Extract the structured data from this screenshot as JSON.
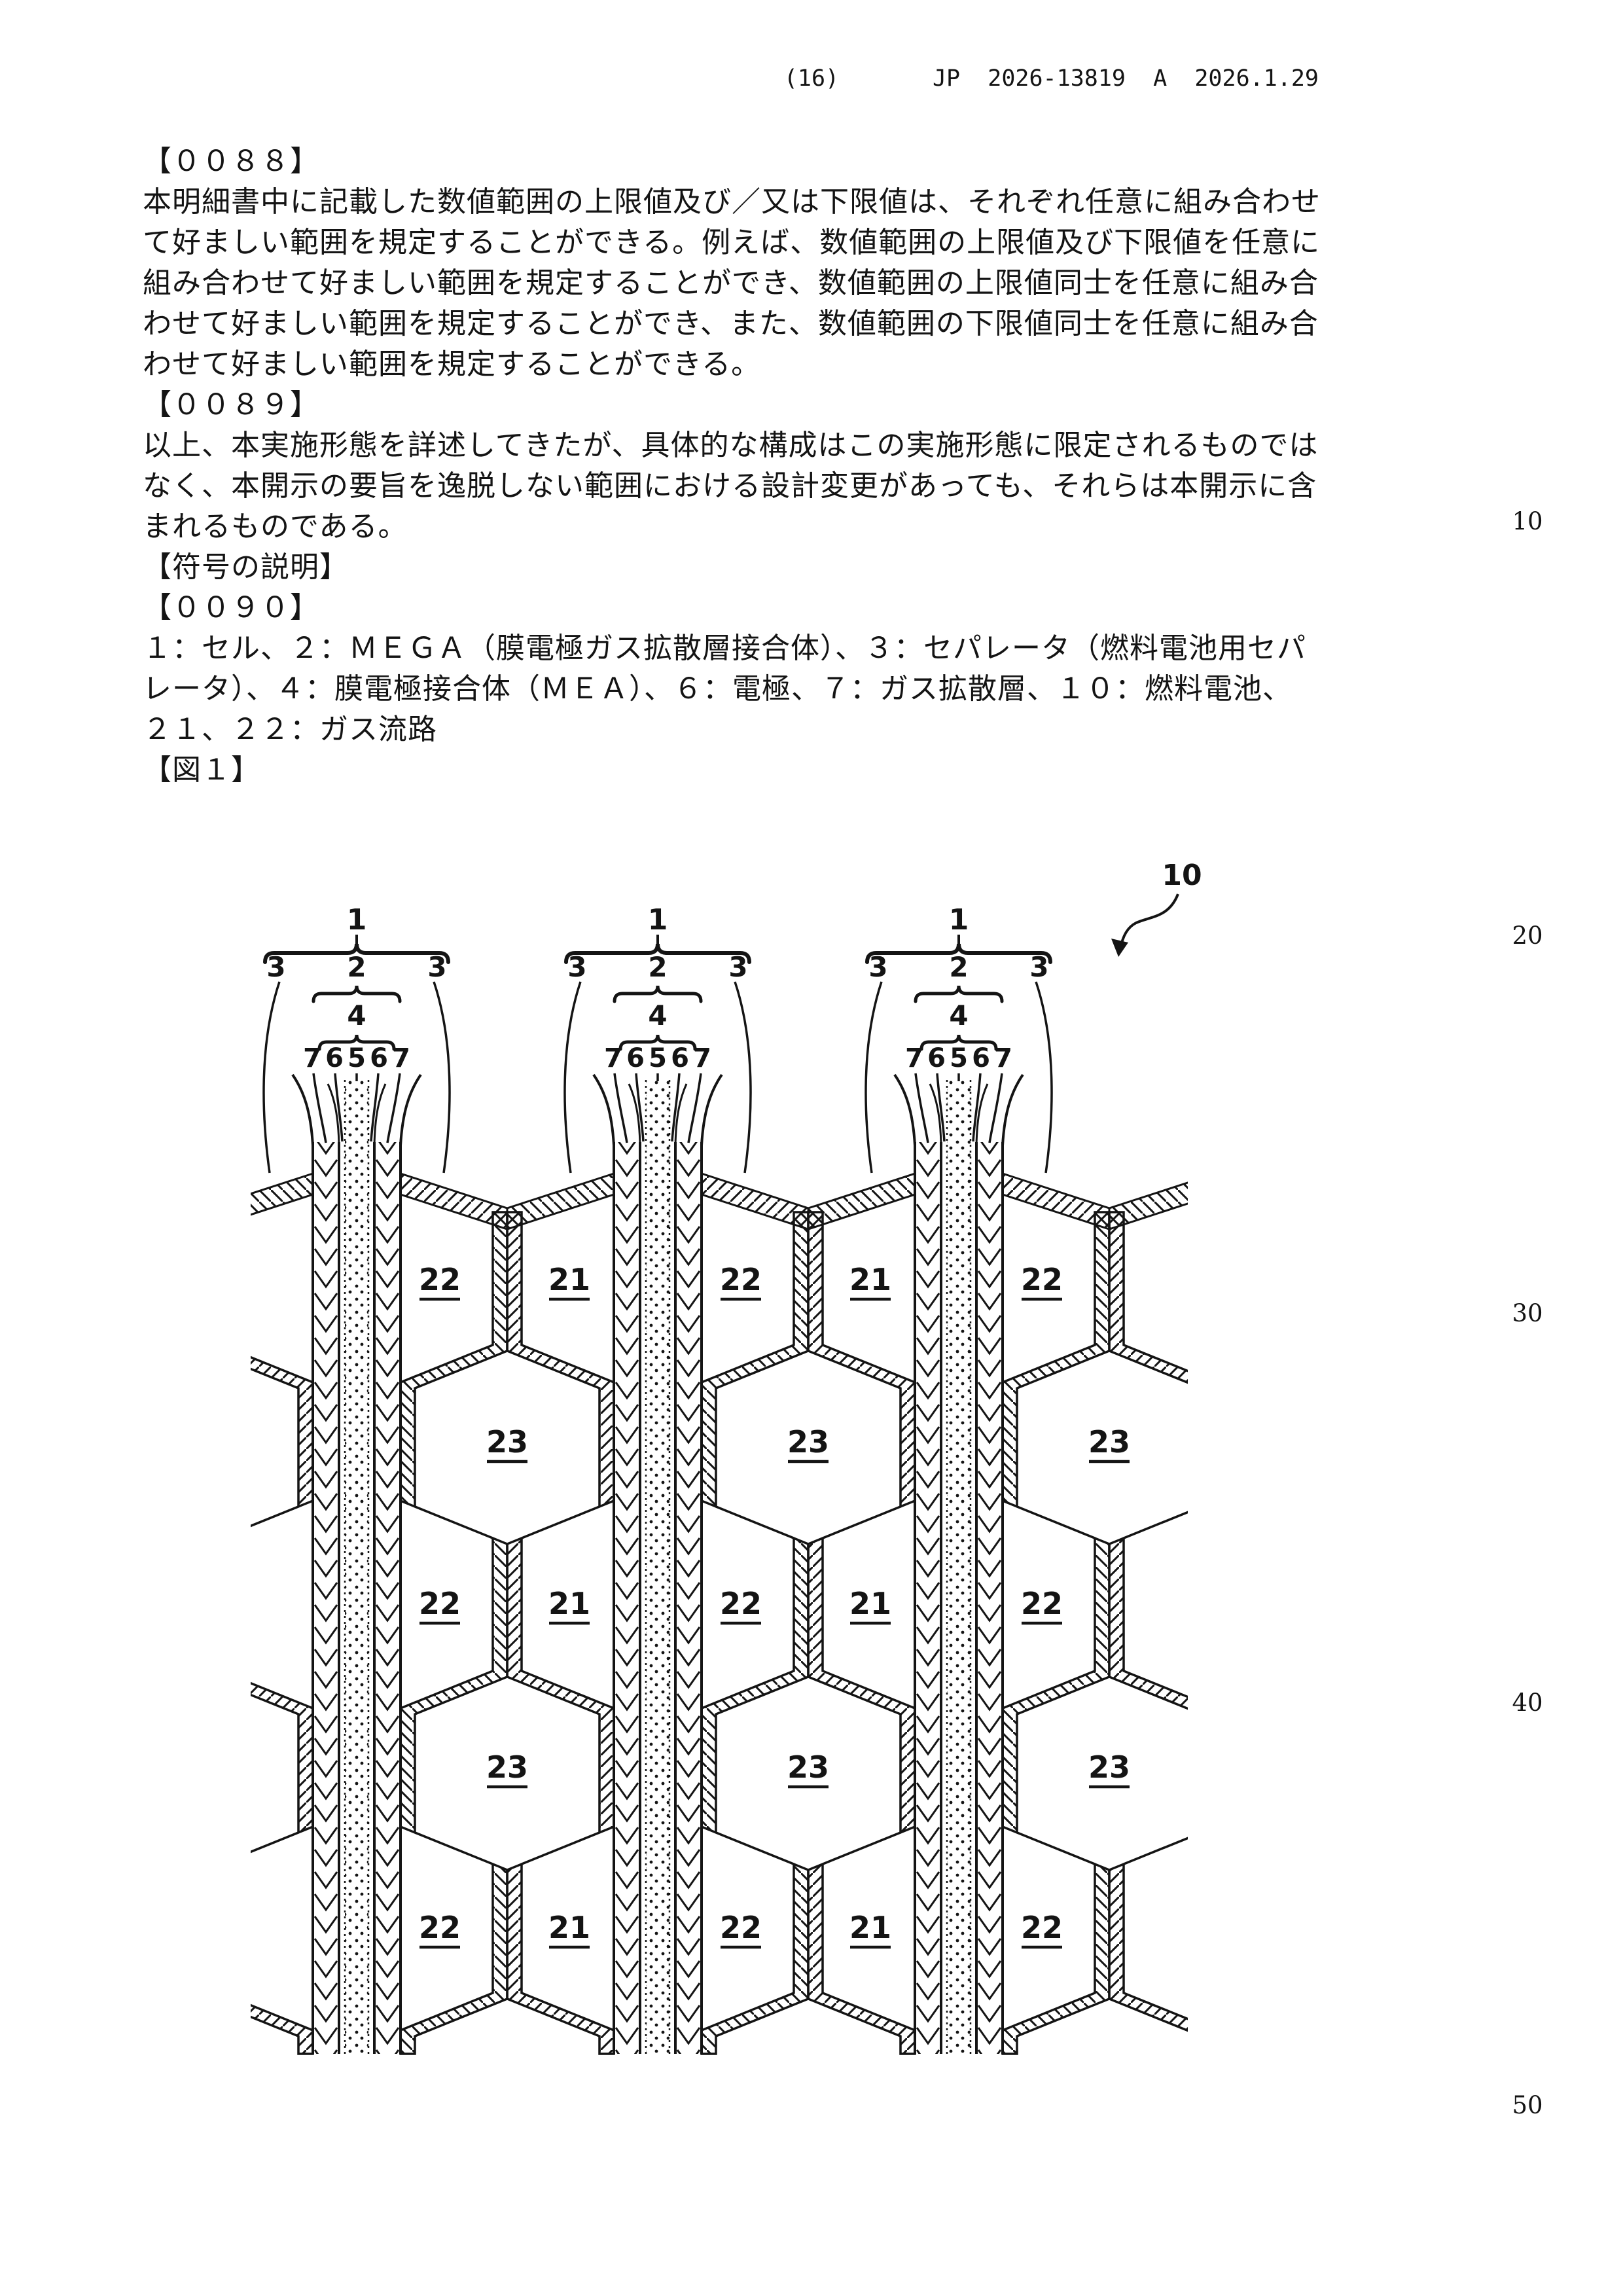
{
  "header": {
    "page_number": "(16)",
    "publication_line": "JP  2026-13819  A  2026.1.29"
  },
  "margin_line_numbers": [
    "10",
    "20",
    "30",
    "40",
    "50"
  ],
  "body_lines": [
    "【００８８】",
    "本明細書中に記載した数値範囲の上限値及び／又は下限値は、それぞれ任意に組み合わせ",
    "て好ましい範囲を規定することができる。例えば、数値範囲の上限値及び下限値を任意に",
    "組み合わせて好ましい範囲を規定することができ、数値範囲の上限値同士を任意に組み合",
    "わせて好ましい範囲を規定することができ、また、数値範囲の下限値同士を任意に組み合",
    "わせて好ましい範囲を規定することができる。",
    "【００８９】",
    "以上、本実施形態を詳述してきたが、具体的な構成はこの実施形態に限定されるものでは",
    "なく、本開示の要旨を逸脱しない範囲における設計変更があっても、それらは本開示に含",
    "まれるものである。",
    "【符号の説明】",
    "【００９０】",
    "１：セル、２：ＭＥＧＡ（膜電極ガス拡散層接合体）、３：セパレータ（燃料電池用セパ",
    "レータ）、４：膜電極接合体（ＭＥＡ）、６：電極、７：ガス拡散層、１０：燃料電池、",
    "２１、２２：ガス流路",
    "【図１】"
  ],
  "figure": {
    "reference_label": "10",
    "labels": {
      "cell": "1",
      "mega": "2",
      "separator": "3",
      "mea": "4",
      "membrane": "5",
      "electrode": "6",
      "gdl": "7"
    },
    "layer_sequence": [
      "7",
      "6",
      "5",
      "6",
      "7"
    ],
    "row_a_labels": [
      "22",
      "21",
      "22",
      "21",
      "22"
    ],
    "row_b_labels_row1": [
      "23",
      "23",
      "23"
    ],
    "row_b_labels_row2": [
      "23",
      "23",
      "23"
    ],
    "ink_color": "#141414"
  }
}
